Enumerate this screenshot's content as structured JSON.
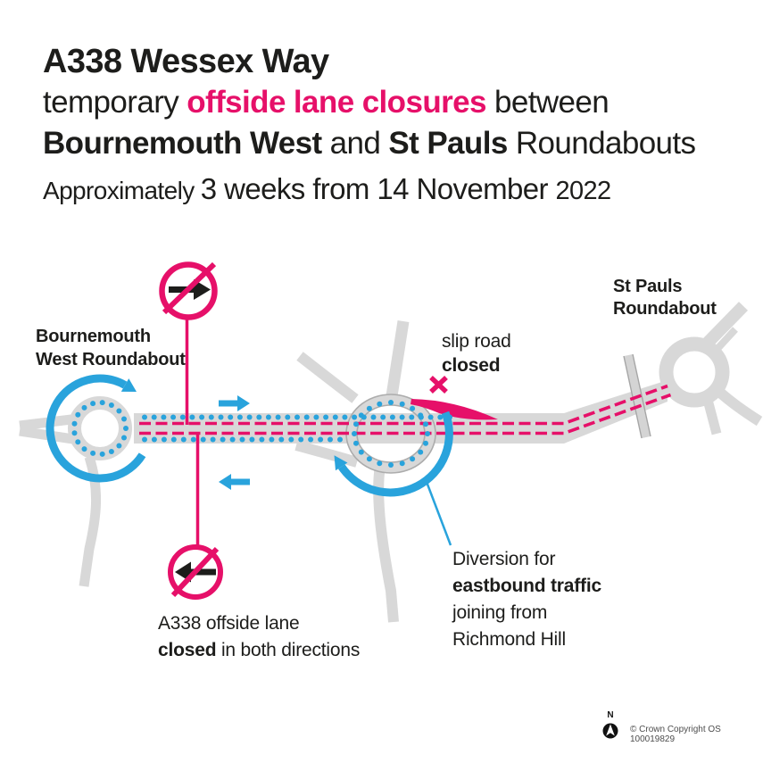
{
  "header": {
    "title": "A338 Wessex Way",
    "line2_pre": "temporary ",
    "line2_highlight": "offside lane closures",
    "line2_post": " between",
    "line3_bold1": "Bournemouth West",
    "line3_mid": " and ",
    "line3_bold2": "St Pauls",
    "line3_post": " Roundabouts",
    "line4_pre": "Approximately ",
    "line4_main": "3 weeks from 14 November ",
    "line4_year": "2022"
  },
  "map": {
    "labels": {
      "bournemouth_line1": "Bournemouth",
      "bournemouth_line2": "West Roundabout",
      "stpauls_line1": "St Pauls",
      "stpauls_line2": "Roundabout",
      "slip_line1": "slip road",
      "slip_line2": "closed",
      "diversion_line1": "Diversion for",
      "diversion_line2": "eastbound traffic",
      "diversion_line3": "joining from",
      "diversion_line4": "Richmond Hill",
      "a338_line1": "A338 offside lane",
      "a338_bold": "closed",
      "a338_rest": " in both directions"
    },
    "icons": {
      "no_right_turn_sign": "prohibited-right-arrow",
      "no_left_turn_sign": "prohibited-left-arrow",
      "closed_x": "x-mark",
      "circulation_arrows": "clockwise-roundabout-arrows",
      "compass": "north-arrow"
    },
    "colors": {
      "closure_pink": "#e61069",
      "diversion_blue": "#29a3dc",
      "road_gray": "#d8d8d8",
      "ring_outline_gray": "#acacac",
      "text_black": "#1d1d1b"
    }
  },
  "footer": {
    "compass_label": "N",
    "copyright": "© Crown Copyright OS 100019829"
  }
}
